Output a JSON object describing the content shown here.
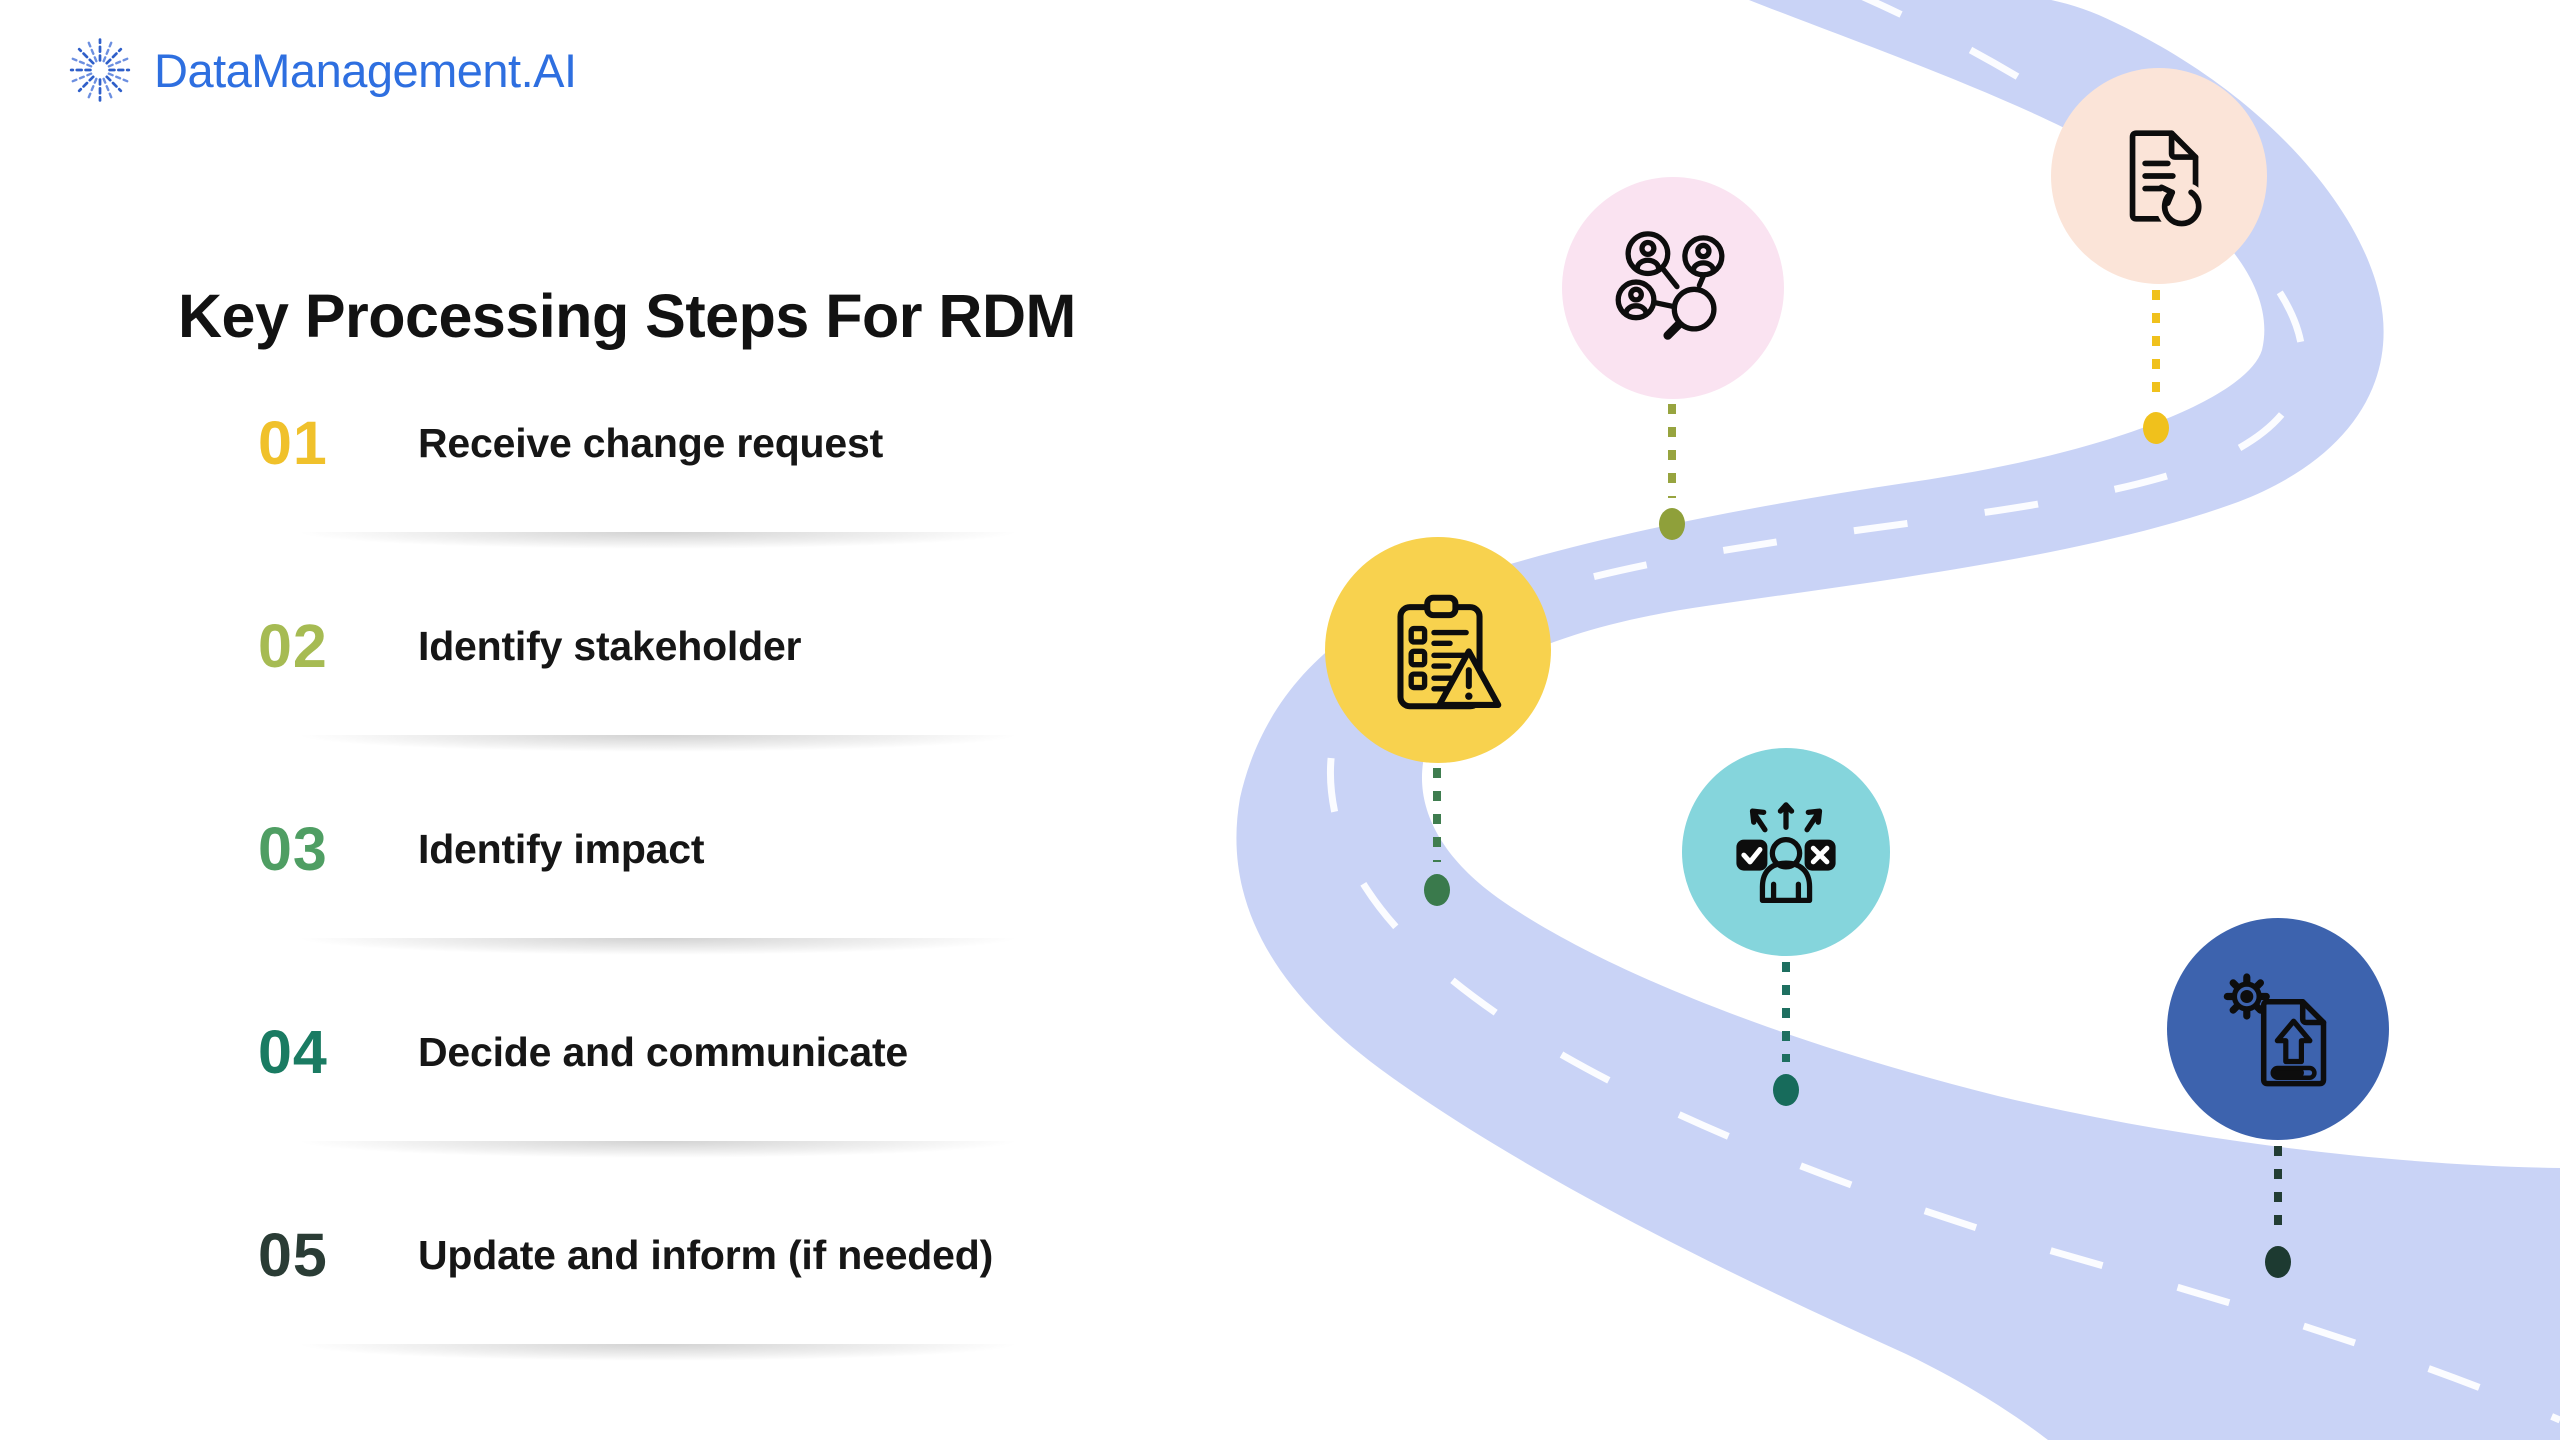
{
  "logo": {
    "text": "DataManagement.AI",
    "color": "#2E6FE0",
    "icon": "starburst-logo-icon",
    "icon_colors": [
      "#2f5fc9",
      "#6c8fe0",
      "#9db4ec"
    ]
  },
  "title": {
    "text": "Key Processing Steps For RDM",
    "color": "#121212"
  },
  "steps": [
    {
      "number": "01",
      "label": "Receive change request",
      "number_color": "#F0C12B"
    },
    {
      "number": "02",
      "label": "Identify stakeholder",
      "number_color": "#A6BB53"
    },
    {
      "number": "03",
      "label": "Identify impact",
      "number_color": "#4F9E63"
    },
    {
      "number": "04",
      "label": "Decide and communicate",
      "number_color": "#1A7B62"
    },
    {
      "number": "05",
      "label": "Update and inform (if needed)",
      "number_color": "#2A3C35"
    }
  ],
  "roadmap": {
    "road_color": "#C9D3F6",
    "lane_dash_color": "#FFFFFF",
    "nodes": [
      {
        "id": "receive-change-request",
        "icon": "document-refresh-icon",
        "circle_color": "#FBE4D8",
        "connector_color": "#F0C11C",
        "dot_color": "#F0C11C"
      },
      {
        "id": "identify-stakeholder",
        "icon": "stakeholder-search-icon",
        "circle_color": "#FAE3F1",
        "connector_color": "#97A43F",
        "dot_color": "#8FA03A"
      },
      {
        "id": "identify-impact",
        "icon": "clipboard-warning-icon",
        "circle_color": "#F8D24E",
        "connector_color": "#3F7D4F",
        "dot_color": "#3A7A4C"
      },
      {
        "id": "decide-and-communicate",
        "icon": "decision-person-icon",
        "circle_color": "#85D5DC",
        "connector_color": "#1E6F60",
        "dot_color": "#176B5B"
      },
      {
        "id": "update-and-inform",
        "icon": "document-upload-gear-icon",
        "circle_color": "#3D63AE",
        "connector_color": "#223D34",
        "dot_color": "#1D3A31"
      }
    ]
  }
}
